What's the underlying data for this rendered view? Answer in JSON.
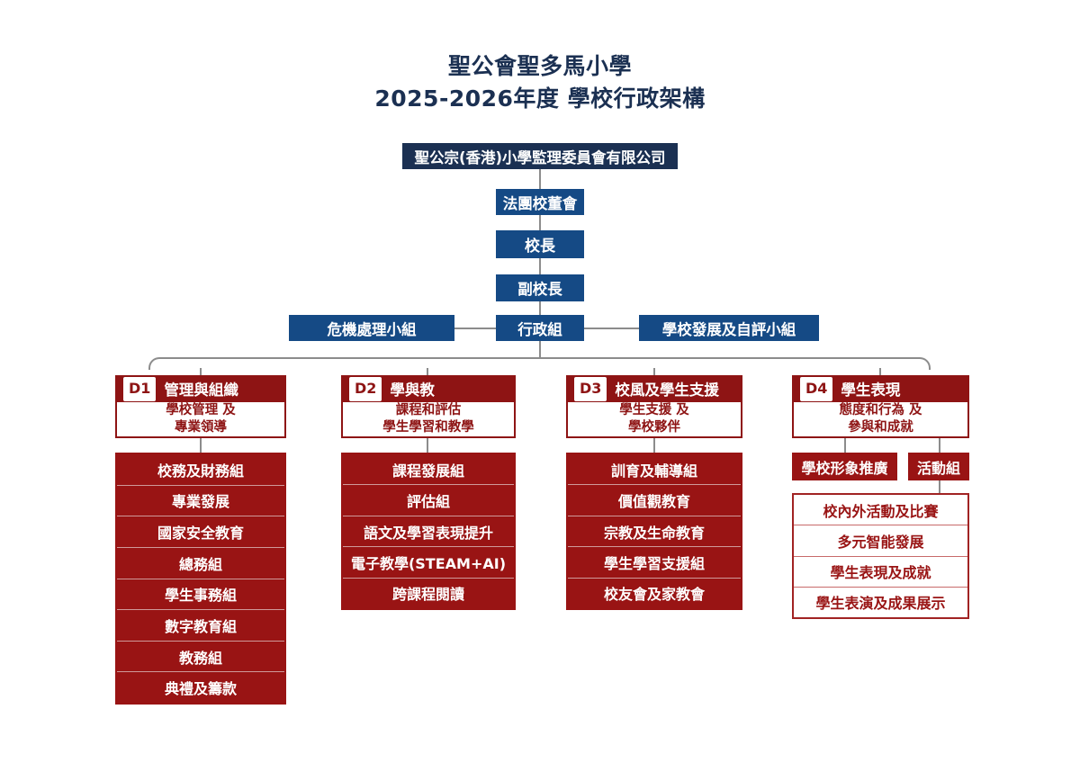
{
  "title": {
    "line1": "聖公會聖多馬小學",
    "line2": "2025-2026年度 學校行政架構"
  },
  "colors": {
    "navy_dark": "#1b3052",
    "navy": "#154a85",
    "red": "#991414",
    "red_dark": "#8e1414",
    "connector": "#8c8c8c"
  },
  "top_chain": [
    {
      "label": "聖公宗(香港)小學監理委員會有限公司"
    },
    {
      "label": "法團校董會"
    },
    {
      "label": "校長"
    },
    {
      "label": "副校長"
    }
  ],
  "admin_row": {
    "left": "危機處理小組",
    "center": "行政組",
    "right": "學校發展及自評小組"
  },
  "departments": [
    {
      "code": "D1",
      "title": "管理與組織",
      "subtitle_line1": "學校管理 及",
      "subtitle_line2": "專業領導",
      "items": [
        "校務及財務組",
        "專業發展",
        "國家安全教育",
        "總務組",
        "學生事務組",
        "數字教育組",
        "教務組",
        "典禮及籌款"
      ]
    },
    {
      "code": "D2",
      "title": "學與教",
      "subtitle_line1": "課程和評估",
      "subtitle_line2": "學生學習和教學",
      "items": [
        "課程發展組",
        "評估組",
        "語文及學習表現提升",
        "電子教學(STEAM+AI)",
        "跨課程閱讀"
      ]
    },
    {
      "code": "D3",
      "title": "校風及學生支援",
      "subtitle_line1": "學生支援 及",
      "subtitle_line2": "學校夥伴",
      "items": [
        "訓育及輔導組",
        "價值觀教育",
        "宗教及生命教育",
        "學生學習支援組",
        "校友會及家教會"
      ]
    },
    {
      "code": "D4",
      "title": "學生表現",
      "subtitle_line1": "態度和行為 及",
      "subtitle_line2": "參與和成就",
      "chips": [
        "學校形象推廣",
        "活動組"
      ],
      "items": [
        "校內外活動及比賽",
        "多元智能發展",
        "學生表現及成就",
        "學生表演及成果展示"
      ]
    }
  ]
}
